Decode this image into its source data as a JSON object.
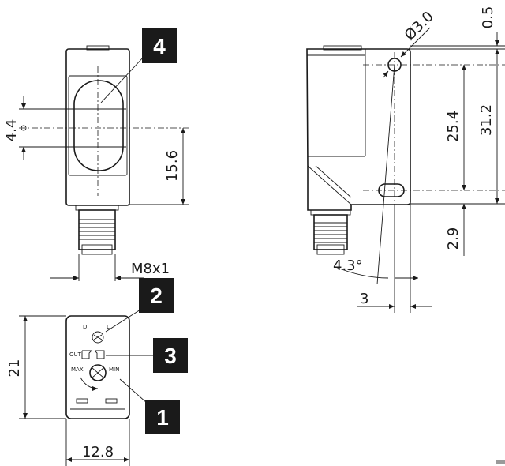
{
  "front_view": {
    "dims": {
      "lens_height": "4.4",
      "center_to_bottom": "15.6",
      "thread": "M8x1"
    }
  },
  "side_view": {
    "dims": {
      "hole_diameter": "Ø3.0",
      "top_offset": "0.5",
      "hole_spacing": "25.4",
      "height": "31.2",
      "bottom_offset": "2.9",
      "angle": "4.3°",
      "hole_offset": "3"
    }
  },
  "back_view": {
    "labels": {
      "d": "D",
      "l": "L",
      "out": "OUT",
      "max": "MAX",
      "min": "MIN"
    },
    "dims": {
      "height": "21",
      "width": "12.8"
    }
  },
  "callouts": [
    {
      "number": "1"
    },
    {
      "number": "2"
    },
    {
      "number": "3"
    },
    {
      "number": "4"
    }
  ]
}
